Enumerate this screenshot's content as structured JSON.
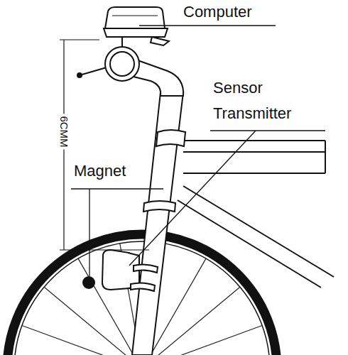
{
  "diagram": {
    "labels": [
      "Computer",
      "Sensor Transmitter",
      "Magnet",
      "6CMM"
    ]
  }
}
